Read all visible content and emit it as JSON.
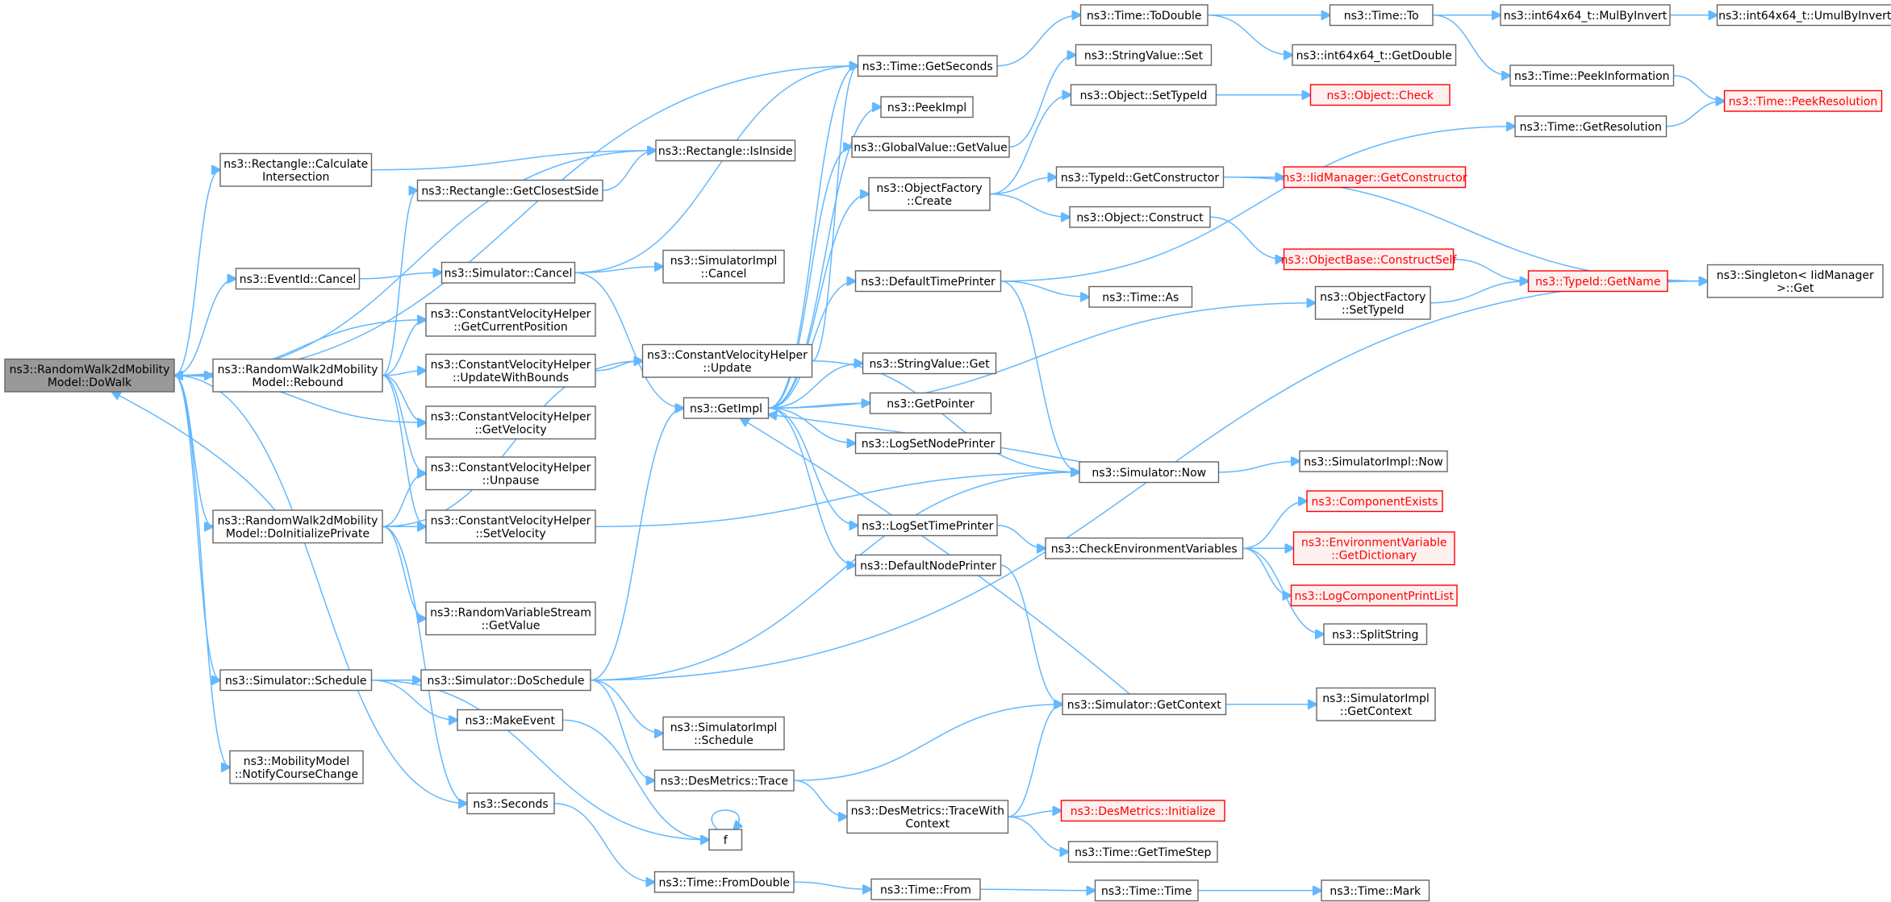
{
  "nodes": {
    "dowalk": {
      "lines": [
        "ns3::RandomWalk2dMobility",
        "Model::DoWalk"
      ],
      "root": true
    },
    "calcint": {
      "lines": [
        "ns3::Rectangle::Calculate",
        "Intersection"
      ]
    },
    "getclosest": {
      "lines": [
        "ns3::Rectangle::GetClosestSide"
      ]
    },
    "isinside": {
      "lines": [
        "ns3::Rectangle::IsInside"
      ]
    },
    "eventcancel": {
      "lines": [
        "ns3::EventId::Cancel"
      ]
    },
    "simcancel": {
      "lines": [
        "ns3::Simulator::Cancel"
      ]
    },
    "simimplcancel": {
      "lines": [
        "ns3::SimulatorImpl",
        "::Cancel"
      ]
    },
    "getcurpos": {
      "lines": [
        "ns3::ConstantVelocityHelper",
        "::GetCurrentPosition"
      ]
    },
    "rebound": {
      "lines": [
        "ns3::RandomWalk2dMobility",
        "Model::Rebound"
      ]
    },
    "updbounds": {
      "lines": [
        "ns3::ConstantVelocityHelper",
        "::UpdateWithBounds"
      ]
    },
    "cvupdate": {
      "lines": [
        "ns3::ConstantVelocityHelper",
        "::Update"
      ]
    },
    "getvel": {
      "lines": [
        "ns3::ConstantVelocityHelper",
        "::GetVelocity"
      ]
    },
    "unpause": {
      "lines": [
        "ns3::ConstantVelocityHelper",
        "::Unpause"
      ]
    },
    "doinit": {
      "lines": [
        "ns3::RandomWalk2dMobility",
        "Model::DoInitializePrivate"
      ]
    },
    "setvel": {
      "lines": [
        "ns3::ConstantVelocityHelper",
        "::SetVelocity"
      ]
    },
    "rvsgetval": {
      "lines": [
        "ns3::RandomVariableStream",
        "::GetValue"
      ]
    },
    "schedule": {
      "lines": [
        "ns3::Simulator::Schedule"
      ]
    },
    "doschedule": {
      "lines": [
        "ns3::Simulator::DoSchedule"
      ]
    },
    "makeevent": {
      "lines": [
        "ns3::MakeEvent"
      ]
    },
    "notify": {
      "lines": [
        "ns3::MobilityModel",
        "::NotifyCourseChange"
      ]
    },
    "seconds": {
      "lines": [
        "ns3::Seconds"
      ]
    },
    "simimplsched": {
      "lines": [
        "ns3::SimulatorImpl",
        "::Schedule"
      ]
    },
    "destrace": {
      "lines": [
        "ns3::DesMetrics::Trace"
      ]
    },
    "f": {
      "lines": [
        "f"
      ]
    },
    "fromdouble": {
      "lines": [
        "ns3::Time::FromDouble"
      ]
    },
    "getimpl": {
      "lines": [
        "ns3::GetImpl"
      ]
    },
    "getseconds": {
      "lines": [
        "ns3::Time::GetSeconds"
      ]
    },
    "peekimpl": {
      "lines": [
        "ns3::PeekImpl"
      ]
    },
    "gvgetvalue": {
      "lines": [
        "ns3::GlobalValue::GetValue"
      ]
    },
    "ofcreate": {
      "lines": [
        "ns3::ObjectFactory",
        "::Create"
      ]
    },
    "deftimeprinter": {
      "lines": [
        "ns3::DefaultTimePrinter"
      ]
    },
    "svget": {
      "lines": [
        "ns3::StringValue::Get"
      ]
    },
    "getpointer": {
      "lines": [
        "ns3::GetPointer"
      ]
    },
    "logsetnode": {
      "lines": [
        "ns3::LogSetNodePrinter"
      ]
    },
    "logsettime": {
      "lines": [
        "ns3::LogSetTimePrinter"
      ]
    },
    "defnodeprinter": {
      "lines": [
        "ns3::DefaultNodePrinter"
      ]
    },
    "tracewithctx": {
      "lines": [
        "ns3::DesMetrics::TraceWith",
        "Context"
      ]
    },
    "timefrom": {
      "lines": [
        "ns3::Time::From"
      ]
    },
    "todouble": {
      "lines": [
        "ns3::Time::ToDouble"
      ]
    },
    "svset": {
      "lines": [
        "ns3::StringValue::Set"
      ]
    },
    "objsettypeid": {
      "lines": [
        "ns3::Object::SetTypeId"
      ]
    },
    "tidgetctor": {
      "lines": [
        "ns3::TypeId::GetConstructor"
      ]
    },
    "objconstruct": {
      "lines": [
        "ns3::Object::Construct"
      ]
    },
    "obconstructself": {
      "lines": [
        "ns3::ObjectBase::ConstructSelf"
      ],
      "red": true
    },
    "timeas": {
      "lines": [
        "ns3::Time::As"
      ]
    },
    "simnow": {
      "lines": [
        "ns3::Simulator::Now"
      ]
    },
    "checkenv": {
      "lines": [
        "ns3::CheckEnvironmentVariables"
      ]
    },
    "simgetctx": {
      "lines": [
        "ns3::Simulator::GetContext"
      ]
    },
    "desinit": {
      "lines": [
        "ns3::DesMetrics::Initialize"
      ],
      "red": true
    },
    "gettimestep": {
      "lines": [
        "ns3::Time::GetTimeStep"
      ]
    },
    "timetime": {
      "lines": [
        "ns3::Time::Time"
      ]
    },
    "timeto": {
      "lines": [
        "ns3::Time::To"
      ]
    },
    "i64getdouble": {
      "lines": [
        "ns3::int64x64_t::GetDouble"
      ]
    },
    "objcheck": {
      "lines": [
        "ns3::Object::Check"
      ],
      "red": true
    },
    "iidgetctor": {
      "lines": [
        "ns3::IidManager::GetConstructor"
      ],
      "red": true
    },
    "ofsettypeid": {
      "lines": [
        "ns3::ObjectFactory",
        "::SetTypeId"
      ]
    },
    "tidgetname": {
      "lines": [
        "ns3::TypeId::GetName"
      ],
      "red": true
    },
    "simimplnow": {
      "lines": [
        "ns3::SimulatorImpl::Now"
      ]
    },
    "compexists": {
      "lines": [
        "ns3::ComponentExists"
      ],
      "red": true
    },
    "envdict": {
      "lines": [
        "ns3::EnvironmentVariable",
        "::GetDictionary"
      ],
      "red": true
    },
    "logcompprint": {
      "lines": [
        "ns3::LogComponentPrintList"
      ],
      "red": true
    },
    "splitstring": {
      "lines": [
        "ns3::SplitString"
      ]
    },
    "simimplgetctx": {
      "lines": [
        "ns3::SimulatorImpl",
        "::GetContext"
      ]
    },
    "timemark": {
      "lines": [
        "ns3::Time::Mark"
      ]
    },
    "mulbyinvert": {
      "lines": [
        "ns3::int64x64_t::MulByInvert"
      ]
    },
    "umulbyinvert": {
      "lines": [
        "ns3::int64x64_t::UmulByInvert"
      ]
    },
    "peekinfo": {
      "lines": [
        "ns3::Time::PeekInformation"
      ]
    },
    "getresolution": {
      "lines": [
        "ns3::Time::GetResolution"
      ]
    },
    "peekresolution": {
      "lines": [
        "ns3::Time::PeekResolution"
      ],
      "red": true
    },
    "singleton": {
      "lines": [
        "ns3::Singleton< IidManager",
        " >::Get"
      ]
    }
  },
  "edges": [
    [
      "dowalk",
      "calcint"
    ],
    [
      "dowalk",
      "isinside"
    ],
    [
      "dowalk",
      "eventcancel"
    ],
    [
      "dowalk",
      "getseconds"
    ],
    [
      "dowalk",
      "getcurpos"
    ],
    [
      "dowalk",
      "rebound"
    ],
    [
      "dowalk",
      "getvel"
    ],
    [
      "dowalk",
      "doinit"
    ],
    [
      "dowalk",
      "schedule"
    ],
    [
      "dowalk",
      "notify"
    ],
    [
      "dowalk",
      "seconds"
    ],
    [
      "calcint",
      "isinside"
    ],
    [
      "getclosest",
      "isinside"
    ],
    [
      "eventcancel",
      "simcancel"
    ],
    [
      "simcancel",
      "simimplcancel"
    ],
    [
      "simcancel",
      "getimpl"
    ],
    [
      "simcancel",
      "getseconds"
    ],
    [
      "rebound",
      "dowalk"
    ],
    [
      "rebound",
      "getclosest"
    ],
    [
      "rebound",
      "getcurpos"
    ],
    [
      "rebound",
      "updbounds"
    ],
    [
      "rebound",
      "getvel"
    ],
    [
      "rebound",
      "unpause"
    ],
    [
      "rebound",
      "setvel"
    ],
    [
      "updbounds",
      "cvupdate"
    ],
    [
      "doinit",
      "dowalk"
    ],
    [
      "doinit",
      "unpause"
    ],
    [
      "doinit",
      "setvel"
    ],
    [
      "doinit",
      "rvsgetval"
    ],
    [
      "doinit",
      "cvupdate"
    ],
    [
      "doinit",
      "seconds"
    ],
    [
      "setvel",
      "simnow"
    ],
    [
      "cvupdate",
      "getseconds"
    ],
    [
      "cvupdate",
      "simnow"
    ],
    [
      "schedule",
      "doschedule"
    ],
    [
      "schedule",
      "makeevent"
    ],
    [
      "schedule",
      "f"
    ],
    [
      "doschedule",
      "getimpl"
    ],
    [
      "doschedule",
      "simimplsched"
    ],
    [
      "doschedule",
      "destrace"
    ],
    [
      "doschedule",
      "simnow"
    ],
    [
      "doschedule",
      "singleton"
    ],
    [
      "makeevent",
      "f"
    ],
    [
      "f",
      "f"
    ],
    [
      "seconds",
      "fromdouble"
    ],
    [
      "destrace",
      "simgetctx"
    ],
    [
      "destrace",
      "tracewithctx"
    ],
    [
      "fromdouble",
      "timefrom"
    ],
    [
      "getimpl",
      "getseconds"
    ],
    [
      "getimpl",
      "peekimpl"
    ],
    [
      "getimpl",
      "gvgetvalue"
    ],
    [
      "getimpl",
      "ofcreate"
    ],
    [
      "getimpl",
      "deftimeprinter"
    ],
    [
      "getimpl",
      "svget"
    ],
    [
      "getimpl",
      "getpointer"
    ],
    [
      "getimpl",
      "logsetnode"
    ],
    [
      "getimpl",
      "logsettime"
    ],
    [
      "getimpl",
      "defnodeprinter"
    ],
    [
      "getimpl",
      "ofsettypeid"
    ],
    [
      "simnow",
      "getimpl"
    ],
    [
      "simnow",
      "simimplnow"
    ],
    [
      "simgetctx",
      "getimpl"
    ],
    [
      "simgetctx",
      "simimplgetctx"
    ],
    [
      "getseconds",
      "todouble"
    ],
    [
      "gvgetvalue",
      "svset"
    ],
    [
      "ofcreate",
      "objsettypeid"
    ],
    [
      "ofcreate",
      "tidgetctor"
    ],
    [
      "ofcreate",
      "objconstruct"
    ],
    [
      "deftimeprinter",
      "timeas"
    ],
    [
      "deftimeprinter",
      "simnow"
    ],
    [
      "deftimeprinter",
      "getresolution"
    ],
    [
      "logsettime",
      "checkenv"
    ],
    [
      "defnodeprinter",
      "simgetctx"
    ],
    [
      "tracewithctx",
      "simgetctx"
    ],
    [
      "tracewithctx",
      "desinit"
    ],
    [
      "tracewithctx",
      "gettimestep"
    ],
    [
      "timefrom",
      "timetime"
    ],
    [
      "todouble",
      "timeto"
    ],
    [
      "todouble",
      "i64getdouble"
    ],
    [
      "objsettypeid",
      "objcheck"
    ],
    [
      "tidgetctor",
      "iidgetctor"
    ],
    [
      "tidgetctor",
      "singleton"
    ],
    [
      "objconstruct",
      "obconstructself"
    ],
    [
      "obconstructself",
      "tidgetname"
    ],
    [
      "ofsettypeid",
      "tidgetname"
    ],
    [
      "tidgetname",
      "singleton"
    ],
    [
      "checkenv",
      "compexists"
    ],
    [
      "checkenv",
      "envdict"
    ],
    [
      "checkenv",
      "logcompprint"
    ],
    [
      "checkenv",
      "splitstring"
    ],
    [
      "timetime",
      "timemark"
    ],
    [
      "timeto",
      "mulbyinvert"
    ],
    [
      "timeto",
      "peekinfo"
    ],
    [
      "mulbyinvert",
      "umulbyinvert"
    ],
    [
      "peekinfo",
      "peekresolution"
    ],
    [
      "getresolution",
      "peekresolution"
    ]
  ]
}
